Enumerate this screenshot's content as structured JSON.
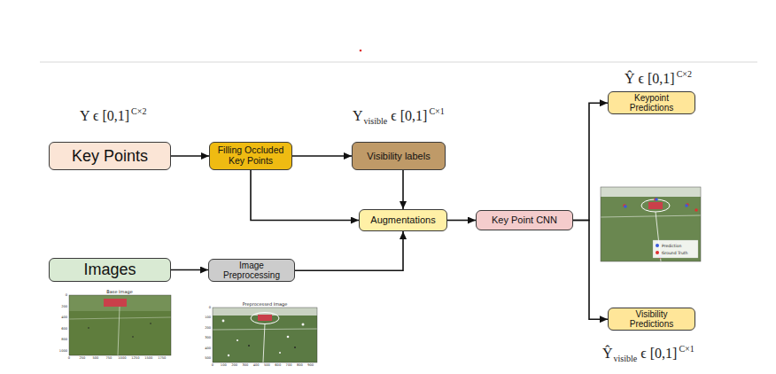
{
  "diagram": {
    "nodes": [
      {
        "text": [
          "Key Points"
        ]
      },
      {
        "text": [
          "Filling Occluded Key Points"
        ]
      },
      {
        "text": [
          "Visibility labels"
        ]
      },
      {
        "text": [
          "Images"
        ]
      },
      {
        "text": [
          "Image Preprocessing"
        ]
      },
      {
        "text": [
          "Augmentations"
        ]
      },
      {
        "text": [
          "Key Point CNN"
        ]
      },
      {
        "text": [
          "Keypoint Predictions"
        ]
      },
      {
        "text": [
          "Visibility Predictions"
        ]
      }
    ],
    "edges": [
      {
        "from": 0,
        "to": 1,
        "arrow": "to"
      },
      {
        "from": 1,
        "to": 2,
        "arrow": "to"
      },
      {
        "from": 1,
        "to": 5,
        "arrow": "to"
      },
      {
        "from": 2,
        "to": 5,
        "arrow": "to"
      },
      {
        "from": 3,
        "to": 4,
        "arrow": "to"
      },
      {
        "from": 4,
        "to": 5,
        "arrow": "to"
      },
      {
        "from": 5,
        "to": 6,
        "arrow": "to"
      },
      {
        "from": 6,
        "to": 7,
        "arrow": "to"
      },
      {
        "from": 6,
        "to": 8,
        "arrow": "to"
      }
    ],
    "labels": [
      "Y ϵ [0,1]",
      "C×2",
      "Y",
      "visible",
      "ϵ [0,1]",
      "C×1",
      "Ŷ ϵ [0,1]",
      "C×2",
      "Ŷ",
      "visible",
      "ϵ [0,1]",
      "C×1",
      "Base Image",
      "Preprocessed Image",
      "0",
      "200",
      "400",
      "600",
      "800",
      "1000",
      "0",
      "250",
      "500",
      "750",
      "1000",
      "1250",
      "1500",
      "1750",
      "0",
      "100",
      "200",
      "300",
      "400",
      "500",
      "0",
      "100",
      "200",
      "300",
      "400",
      "500",
      "600",
      "700",
      "800",
      "900"
    ],
    "legend": [
      {
        "text": "Prediction",
        "color": "#3b5bdb"
      },
      {
        "text": "Ground Truth",
        "color": "#e03131"
      }
    ]
  }
}
